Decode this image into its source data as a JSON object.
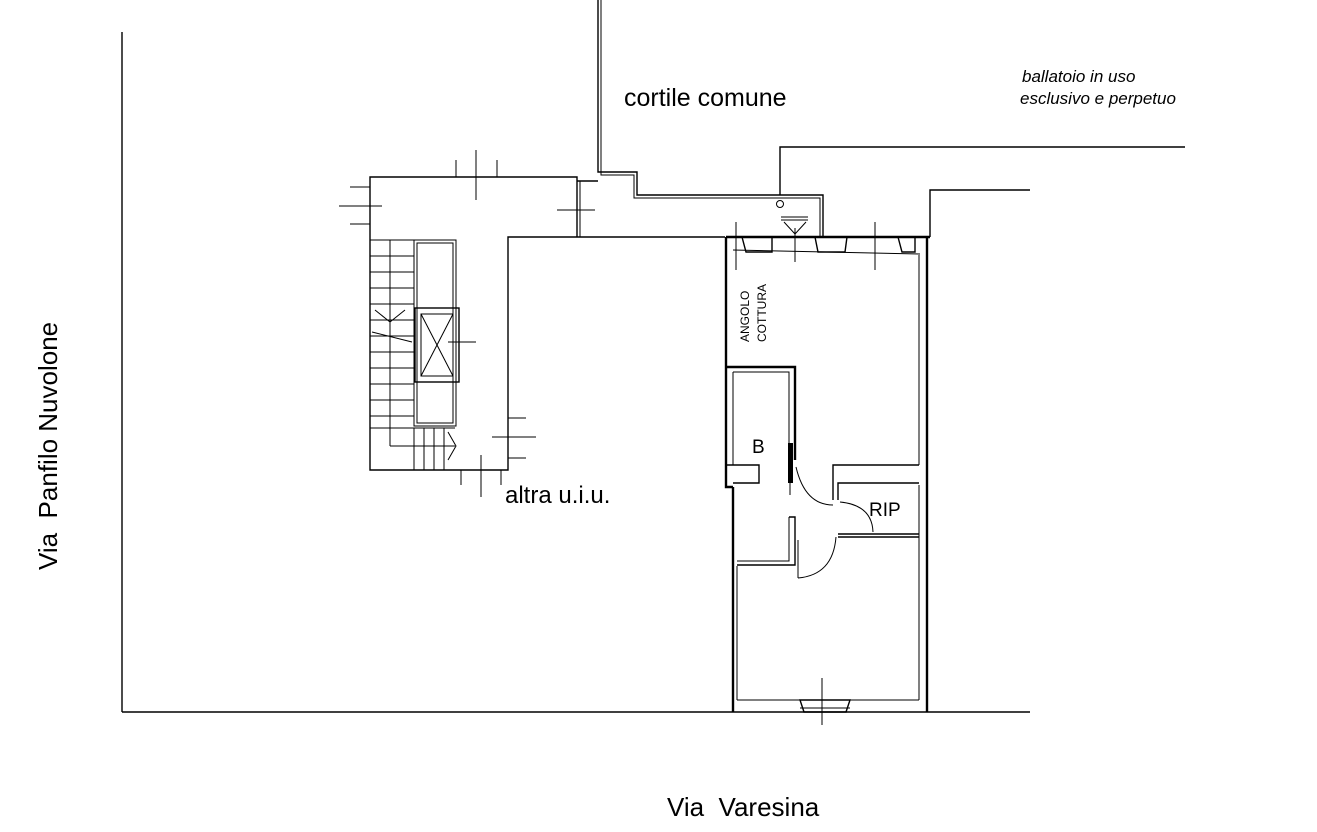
{
  "labels": {
    "courtyard": "cortile comune",
    "balcony_line1": "ballatoio in uso",
    "balcony_line2": "esclusivo e perpetuo",
    "kitchen_line1": "ANGOLO",
    "kitchen_line2": "COTTURA",
    "bathroom": "B",
    "storage": "RIP",
    "other_unit": "altra u.i.u.",
    "street_left": "Via  Panfilo Nuvolone",
    "street_bottom": "Via  Varesina"
  },
  "colors": {
    "ink": "#000000",
    "background": "#ffffff"
  }
}
